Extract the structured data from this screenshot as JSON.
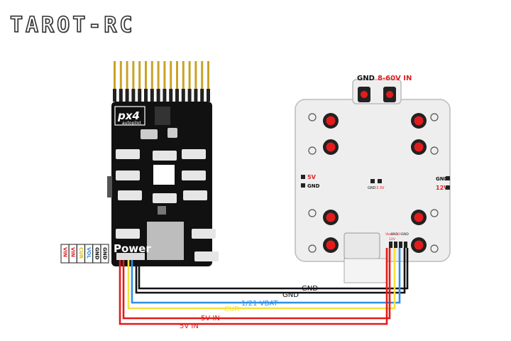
{
  "brand": {
    "logo_text": "TAROT-RC"
  },
  "fc": {
    "logo": "px4",
    "logo_sub": "autopilot",
    "power_label": "Power"
  },
  "connector": {
    "pins": [
      "VIN",
      "VIN",
      "CUR",
      "VOL",
      "GND",
      "GND"
    ]
  },
  "pdb": {
    "input_gnd": "GND",
    "input_v": "8-60V IN",
    "out_5v": "5V",
    "out_5v_gnd": "GND",
    "out_12v": "12V",
    "out_12v_gnd": "GND",
    "mid_gnd": "GND",
    "mid_33v": "3.3V",
    "header_pins": [
      "Vbat",
      "GND",
      "12V",
      "GND"
    ],
    "header_sub": [
      "12V"
    ]
  },
  "wires": [
    {
      "label": "GND",
      "color": "#111111"
    },
    {
      "label": "GND",
      "color": "#111111"
    },
    {
      "label": "1/21 VBAT",
      "color": "#2f8fe8"
    },
    {
      "label": "CUR",
      "color": "#f4e13a"
    },
    {
      "label": "5V IN",
      "color": "#e01b1b"
    },
    {
      "label": "5V IN",
      "color": "#e01b1b"
    }
  ]
}
